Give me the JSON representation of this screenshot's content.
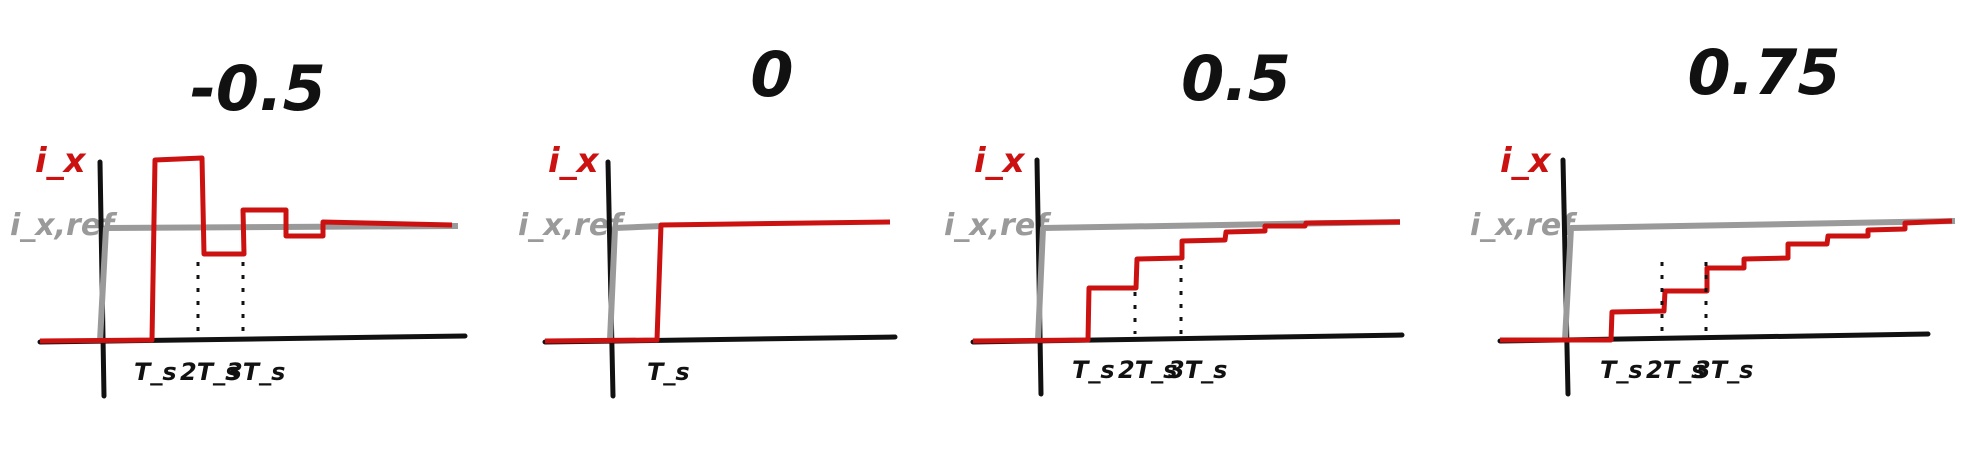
{
  "colors": {
    "response": "#cc1111",
    "reference": "#9a9a9a",
    "axis": "#111111"
  },
  "labels": {
    "current": "i_x",
    "reference": "i_x,ref"
  },
  "panels": [
    {
      "title": "-0.5",
      "tick_labels": [
        "T_s",
        "2T_s",
        "3T_s"
      ],
      "dotted_at_ticks": [
        2,
        3
      ]
    },
    {
      "title": "0",
      "tick_labels": [
        "T_s"
      ],
      "dotted_at_ticks": []
    },
    {
      "title": "0.5",
      "tick_labels": [
        "T_s",
        "2T_s",
        "3T_s"
      ],
      "dotted_at_ticks": [
        2,
        3
      ]
    },
    {
      "title": "0.75",
      "tick_labels": [
        "T_s",
        "2T_s",
        "3T_s"
      ],
      "dotted_at_ticks": [
        2,
        3
      ]
    }
  ]
}
